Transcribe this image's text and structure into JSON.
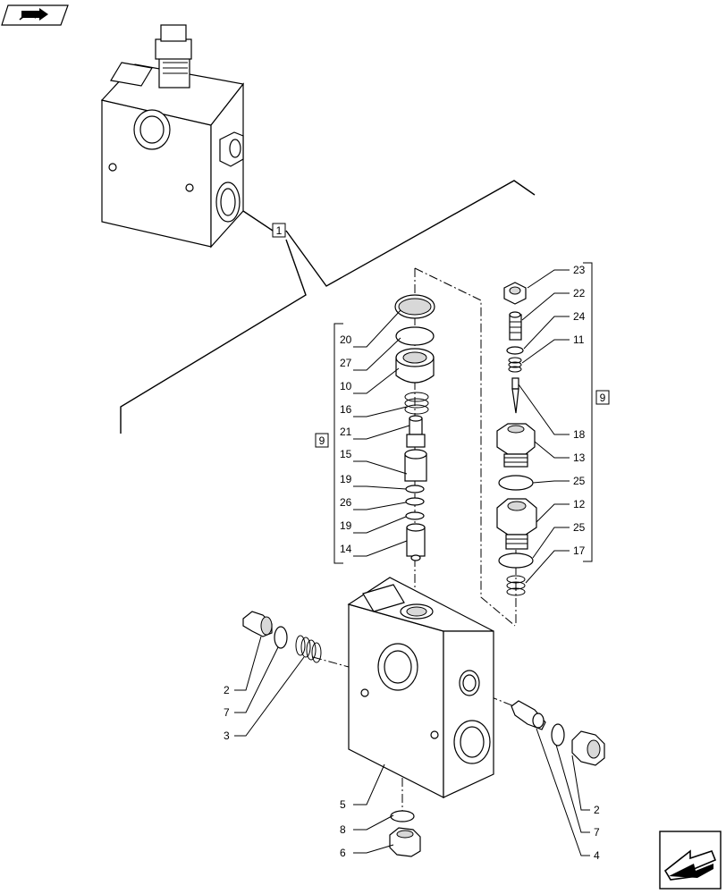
{
  "nav": {
    "top_icon": "book-arrow-icon",
    "bottom_icon": "next-page-arrow-icon"
  },
  "labels": {
    "box_1": "1",
    "box_9_left": "9",
    "box_9_right": "9"
  },
  "left_callouts": [
    "20",
    "27",
    "10",
    "16",
    "21",
    "15",
    "19",
    "26",
    "19",
    "14"
  ],
  "right_callouts": [
    "23",
    "22",
    "24",
    "11",
    "18",
    "13",
    "25",
    "12",
    "25",
    "17"
  ],
  "lower_left_callouts": [
    "2",
    "7",
    "3",
    "5",
    "8",
    "6"
  ],
  "lower_right_callouts": [
    "2",
    "7",
    "4"
  ]
}
